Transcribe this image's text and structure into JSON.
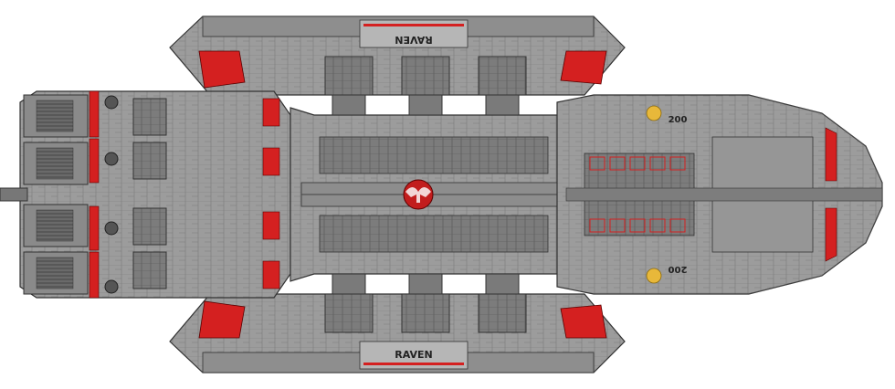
{
  "ship": {
    "name_top": "RAVEN",
    "name_bottom": "RAVEN",
    "hull_number_top": "200",
    "hull_number_bottom": "200"
  },
  "colors": {
    "hull_light": "#a3a3a3",
    "hull_mid": "#8c8c8c",
    "hull_dark": "#5e5e5e",
    "panel_line": "#3a3a3a",
    "accent_red": "#d42020",
    "accent_gold": "#e8b83a",
    "background": "#ffffff"
  },
  "icons": {
    "emblem": "red-eagle-emblem-icon",
    "marker": "gold-marker-icon"
  }
}
